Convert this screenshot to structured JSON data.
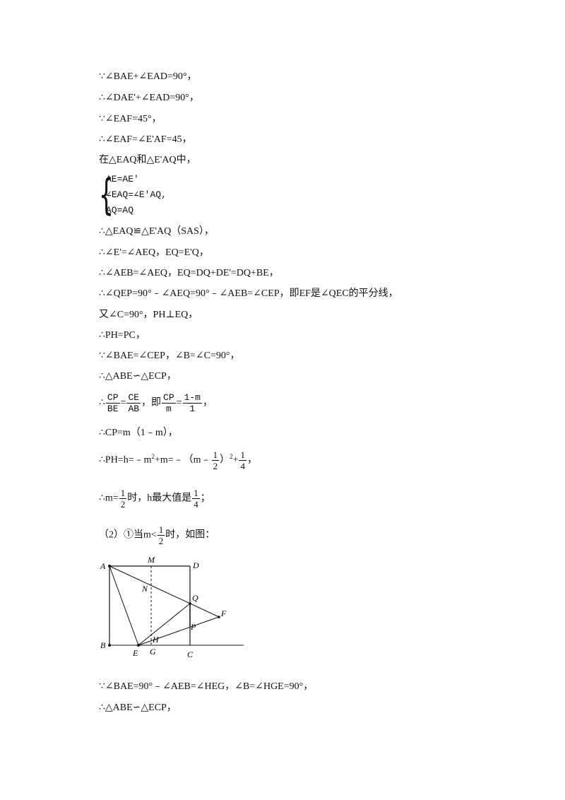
{
  "lines": {
    "l1": "∵∠BAE+∠EAD=90°，",
    "l2": "∴∠DAE'+∠EAD=90°，",
    "l3": "∵∠EAF=45°，",
    "l4": "∴∠EAF=∠E'AF=45，",
    "l5": "在△EAQ和△E'AQ中，",
    "sys1": "AE=AE′",
    "sys2": "∠EAQ=∠E′AQ,",
    "sys3": "AQ=AQ",
    "l6": "∴△EAQ≌△E'AQ（SAS），",
    "l7": "∴∠E'=∠AEQ，EQ=E'Q，",
    "l8": "∴∠AEB=∠AEQ，EQ=DQ+DE'=DQ+BE，",
    "l9": "∴∠QEP=90°﹣∠AEQ=90°﹣∠AEB=∠CEP，即EF是∠QEC的平分线，",
    "l10": "又∠C=90°，PH⊥EQ，",
    "l11": "∴PH=PC，",
    "l12": "∵∠BAE=∠CEP，∠B=∠C=90°，",
    "l13": "∴△ABE∽△ECP，",
    "l14_prefix": "∴",
    "l14_f1_num": "CP",
    "l14_f1_den": "BE",
    "l14_eq1": "=",
    "l14_f2_num": "CE",
    "l14_f2_den": "AB",
    "l14_mid": "，即",
    "l14_f3_num": "CP",
    "l14_f3_den": "m",
    "l14_eq2": "=",
    "l14_f4_num": "1-m",
    "l14_f4_den": "1",
    "l14_end": "，",
    "l15": "∴CP=m（1﹣m），",
    "l16_prefix": "∴PH=h=﹣m",
    "l16_sup": "2",
    "l16_mid": "+m=﹣（m﹣",
    "l16_f1_num": "1",
    "l16_f1_den": "2",
    "l16_after": "）",
    "l16_sup2": "2",
    "l16_plus": "+",
    "l16_f2_num": "1",
    "l16_f2_den": "4",
    "l16_end": "，",
    "l17_prefix": "∴m=",
    "l17_f1_num": "1",
    "l17_f1_den": "2",
    "l17_mid": "时，h最大值是",
    "l17_f2_num": "1",
    "l17_f2_den": "4",
    "l17_end": "；",
    "l18_prefix": "（2）①当m<",
    "l18_f_num": "1",
    "l18_f_den": "2",
    "l18_end": "时，如图：",
    "l19": "∵∠BAE=90°﹣∠AEB=∠HEG，∠B=∠HGE=90°，",
    "l20": "∴△ABE∽△ECP，"
  },
  "figure": {
    "labels": {
      "A": "A",
      "M": "M",
      "D": "D",
      "N": "N",
      "Q": "Q",
      "F": "F",
      "P": "P",
      "H": "H",
      "B": "B",
      "E": "E",
      "G": "G",
      "C": "C"
    }
  }
}
